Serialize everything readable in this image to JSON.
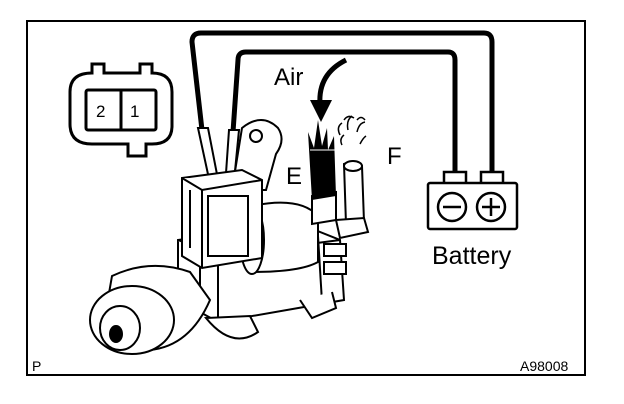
{
  "connector": {
    "pin_left": "2",
    "pin_right": "1"
  },
  "labels": {
    "air": "Air",
    "e": "E",
    "f": "F",
    "battery": "Battery",
    "page_corner": "P",
    "figure_code": "A98008"
  },
  "battery": {
    "neg_symbol": "−",
    "pos_symbol": "+"
  }
}
